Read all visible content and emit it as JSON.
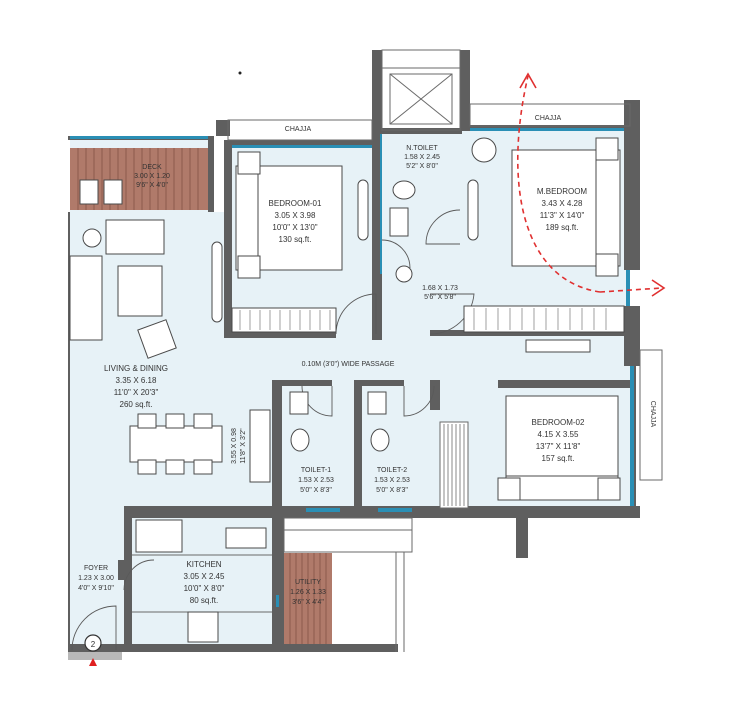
{
  "colors": {
    "wall": "#5f5f5f",
    "floor": "#e7f2f7",
    "window": "#2a8fb5",
    "deck_floor": "#b07a6a",
    "arrow": "#e03030",
    "marker": "#e02020"
  },
  "labels": {
    "chajja_top_left": "CHAJJA",
    "chajja_top_right": "CHAJJA",
    "chajja_right": "CHAJJA",
    "passage": "0.10M (3'0\") WIDE PASSAGE"
  },
  "rooms": {
    "deck": [
      "DECK",
      "3.00 X 1.20",
      "9'6\" X 4'0\""
    ],
    "bedroom01": [
      "BEDROOM-01",
      "3.05 X 3.98",
      "10'0\" X 13'0\"",
      "130 sq.ft."
    ],
    "ntoilet": [
      "N.TOILET",
      "1.58 X 2.45",
      "5'2\" X 8'0\""
    ],
    "mbedroom": [
      "M.BEDROOM",
      "3.43 X 4.28",
      "11'3\" X 14'0\"",
      "189 sq.ft."
    ],
    "dress": [
      "1.68 X 1.73",
      "5'6\" X 5'8\""
    ],
    "living": [
      "LIVING & DINING",
      "3.35 X 6.18",
      "11'0\" X 20'3\"",
      "260 sq.ft."
    ],
    "wash": [
      "3.55 X 0.98",
      "11'8\" X 3'2\""
    ],
    "toilet1": [
      "TOILET-1",
      "1.53 X 2.53",
      "5'0\" X 8'3\""
    ],
    "toilet2": [
      "TOILET-2",
      "1.53 X 2.53",
      "5'0\" X 8'3\""
    ],
    "bedroom02": [
      "BEDROOM-02",
      "4.15 X 3.55",
      "13'7\" X 11'8\"",
      "157 sq.ft."
    ],
    "foyer": [
      "FOYER",
      "1.23 X 3.00",
      "4'0\" X 9'10\""
    ],
    "kitchen": [
      "KITCHEN",
      "3.05 X 2.45",
      "10'0\" X 8'0\"",
      "80 sq.ft."
    ],
    "utility": [
      "UTILITY",
      "1.26 X 1.33",
      "3'6\" X 4'4\""
    ]
  },
  "marker": {
    "number": "2"
  }
}
